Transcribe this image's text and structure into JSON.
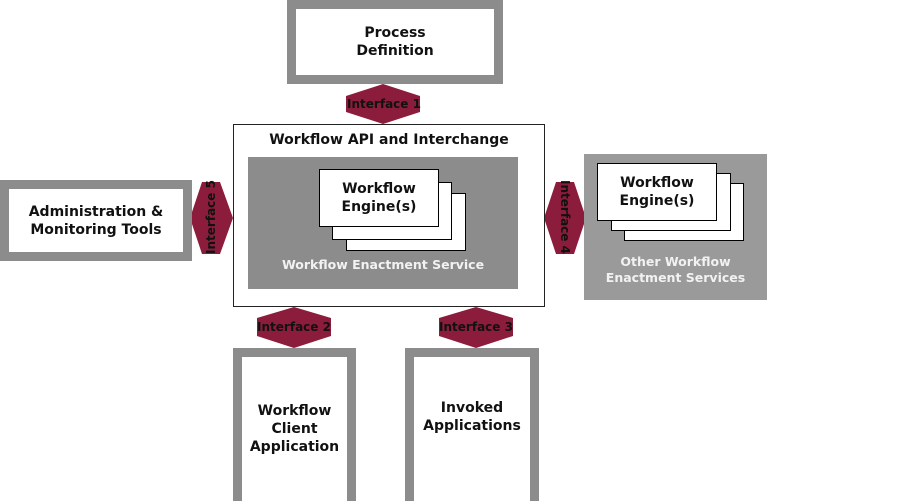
{
  "process_definition": {
    "line1": "Process",
    "line2": "Definition"
  },
  "admin_tools": {
    "line1": "Administration &",
    "line2": "Monitoring Tools"
  },
  "api_box": {
    "title": "Workflow API and Interchange"
  },
  "enactment_service": {
    "label": "Workflow Enactment Service",
    "engine_line1": "Workflow",
    "engine_line2": "Engine(s)"
  },
  "other_services": {
    "label_line1": "Other Workflow",
    "label_line2": "Enactment Services",
    "engine_line1": "Workflow",
    "engine_line2": "Engine(s)"
  },
  "client_app": {
    "line1": "Workflow",
    "line2": "Client",
    "line3": "Application"
  },
  "invoked_apps": {
    "line1": "Invoked",
    "line2": "Applications"
  },
  "interfaces": {
    "i1": "Interface 1",
    "i2": "Interface 2",
    "i3": "Interface 3",
    "i4": "Interface 4",
    "i5": "Interface 5"
  },
  "colors": {
    "arrow": "#8b1c3b",
    "frame": "#8c8c8c",
    "panel": "#8c8c8c",
    "other_panel": "#9a9a9a"
  }
}
